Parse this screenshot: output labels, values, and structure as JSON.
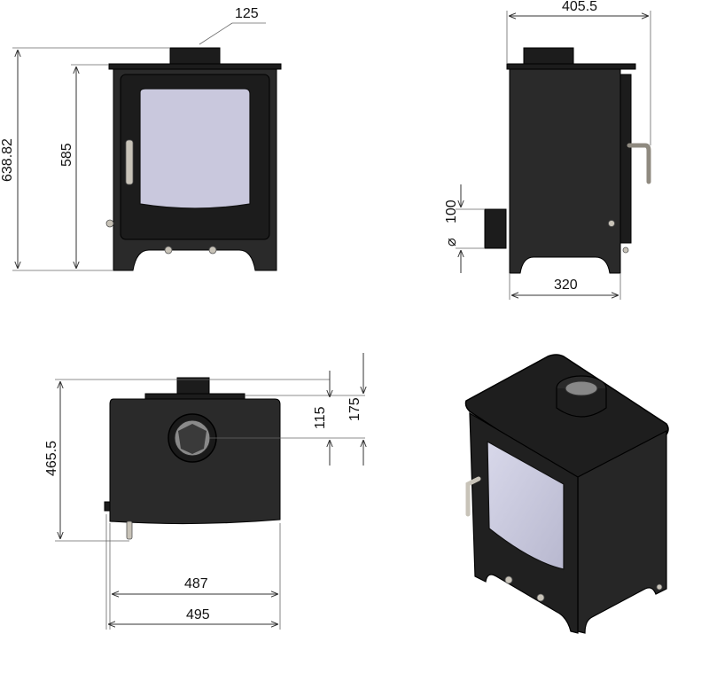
{
  "diagram": {
    "views": {
      "front": {
        "labels": {
          "flue_diameter": "125",
          "overall_height": "638.82",
          "body_height": "585"
        }
      },
      "side": {
        "labels": {
          "overall_depth": "405.5",
          "spigot_diameter": "100",
          "diameter_symbol": "⌀",
          "base_depth": "320"
        }
      },
      "top": {
        "labels": {
          "depth": "465.5",
          "flue_offset_outer": "175",
          "flue_offset_inner": "115",
          "body_width": "487",
          "overall_width": "495"
        }
      }
    },
    "colors": {
      "stove_body": "#1c1c1c",
      "glass": "#c9c8dd",
      "handle_metal": "#c8c3b8",
      "dimension_line": "#333333"
    }
  }
}
